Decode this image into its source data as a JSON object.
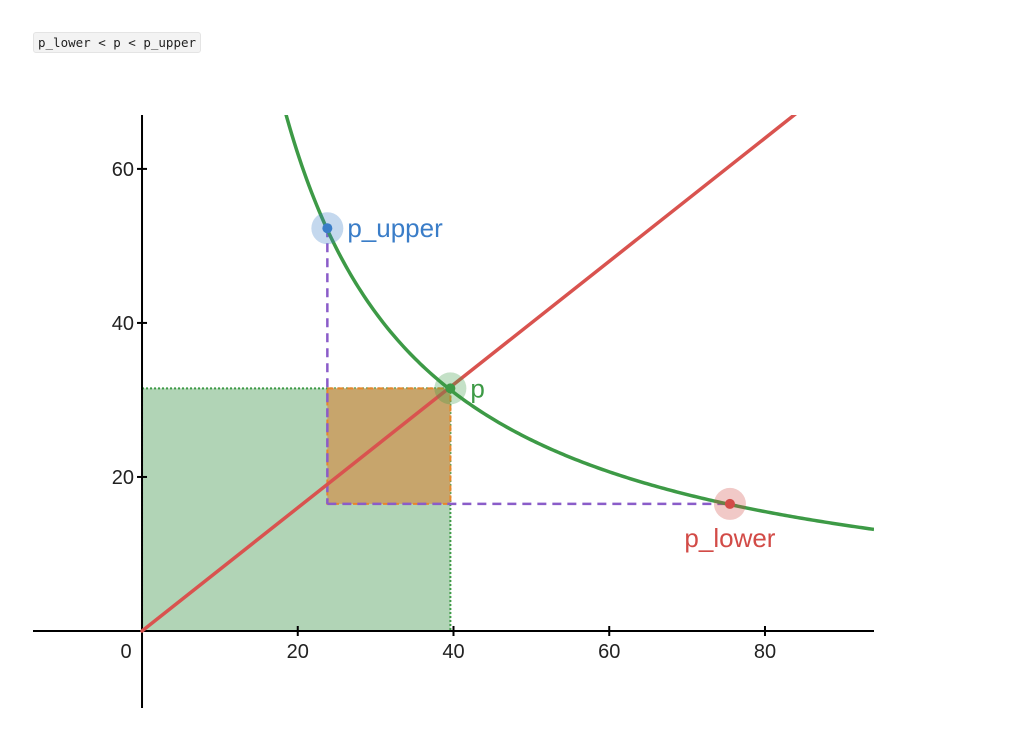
{
  "header": {
    "code_label": "p_lower < p < p_upper"
  },
  "colors": {
    "axis": "#000000",
    "demand_curve": "#3d9a46",
    "supply_line": "#d9534f",
    "upper_point": "#3a7dc8",
    "lower_point": "#d24b47",
    "guide_dashes": "#8a5cc9",
    "green_fill": "#9ec9a4",
    "orange_fill": "#c8a268",
    "orange_edge": "#e8862a"
  },
  "chart_data": {
    "type": "line",
    "xlim": [
      -14,
      94
    ],
    "ylim": [
      -10,
      67
    ],
    "x_ticks": [
      "0",
      "20",
      "40",
      "60",
      "80"
    ],
    "x_tick_values": [
      0,
      20,
      40,
      60,
      80
    ],
    "y_ticks": [
      "20",
      "40",
      "60"
    ],
    "y_tick_values": [
      20,
      40,
      60
    ],
    "series": [
      {
        "kind": "curve",
        "formula": "y = 1240 / x",
        "color_key": "demand_curve"
      },
      {
        "kind": "line",
        "formula": "y = 0.8 * x",
        "color_key": "supply_line"
      }
    ],
    "points": [
      {
        "label": "p_upper",
        "x": 23.8,
        "y": 52.3,
        "color_key": "upper_point",
        "label_pos": "right"
      },
      {
        "label": "p",
        "x": 39.6,
        "y": 31.5,
        "color_key": "demand_curve",
        "label_pos": "right"
      },
      {
        "label": "p_lower",
        "x": 75.5,
        "y": 16.5,
        "color_key": "lower_point",
        "label_pos": "below"
      }
    ],
    "regions": [
      {
        "kind": "rect",
        "x0": 0,
        "x1": 39.6,
        "y0": 0,
        "y1": 31.5,
        "color_key": "green_fill"
      },
      {
        "kind": "rect",
        "x0": 23.8,
        "x1": 39.6,
        "y0": 16.5,
        "y1": 31.5,
        "color_key": "orange_fill"
      }
    ],
    "guides": [
      {
        "from": [
          23.8,
          52.3
        ],
        "to": [
          23.8,
          16.5
        ]
      },
      {
        "from": [
          23.8,
          16.5
        ],
        "to": [
          75.5,
          16.5
        ]
      }
    ],
    "grid": false,
    "title": "",
    "xlabel": "",
    "ylabel": ""
  }
}
